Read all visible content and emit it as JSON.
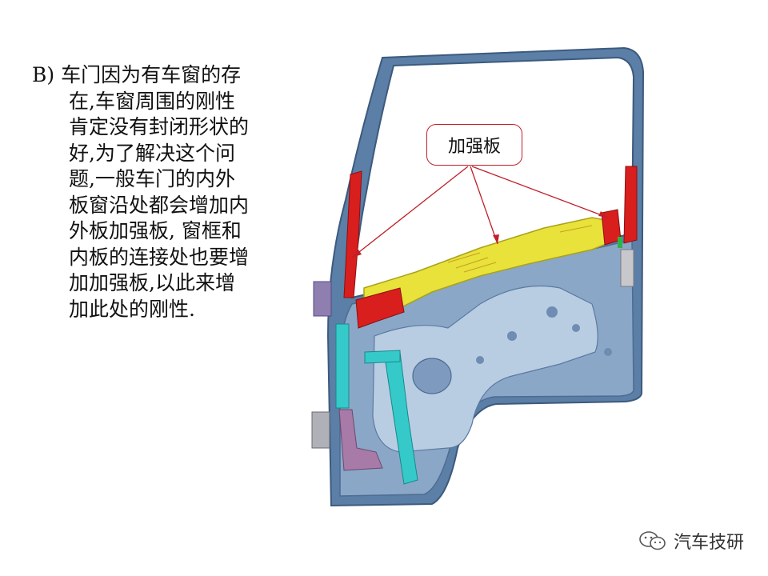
{
  "body_text": {
    "lines": [
      "B) 车门因为有车窗的存",
      "在,车窗周围的刚性",
      "肯定没有封闭形状的",
      "好,为了解决这个问",
      "题,一般车门的内外",
      "板窗沿处都会增加内",
      "外板加强板, 窗框和",
      "内板的连接处也要增",
      "加加强板,以此来增",
      "加此处的刚性."
    ]
  },
  "figure": {
    "callout_label": "加强板",
    "icons": [
      "car-door-inner-panel-illustration"
    ],
    "colors": {
      "frame": "#5b7fa6",
      "panel": "#8aa7c8",
      "reinforcement_yellow": "#e8e23a",
      "reinforcement_red": "#d91e1e",
      "cyan_part": "#36c9c9",
      "violet_part": "#a77aa8",
      "leader_line": "#c0202a"
    }
  },
  "watermark": {
    "text": "汽车技研",
    "icon": "wechat-icon"
  }
}
